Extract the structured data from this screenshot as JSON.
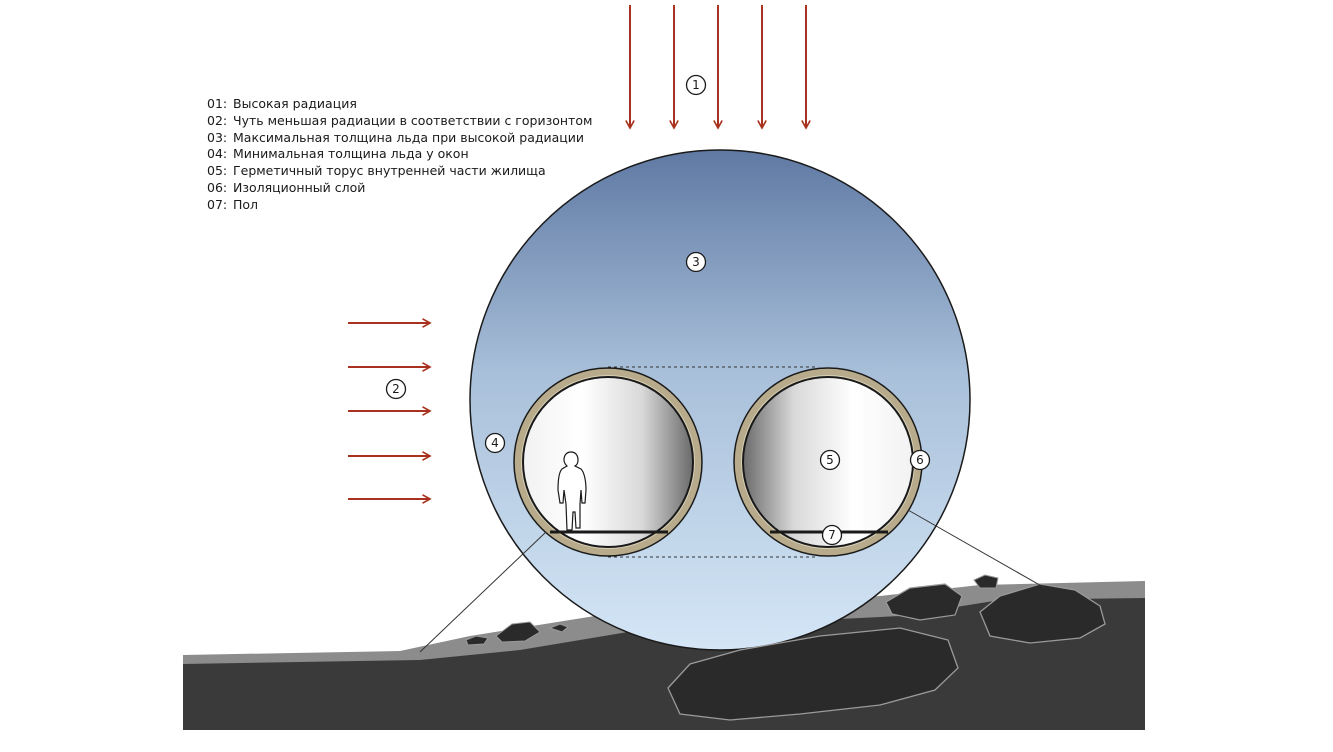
{
  "legend": [
    {
      "num": "01:",
      "text": "Высокая радиация"
    },
    {
      "num": "02:",
      "text": "Чуть меньшая радиации в соответствии с горизонтом"
    },
    {
      "num": "03:",
      "text": "Максимальная толщина льда при высокой радиации"
    },
    {
      "num": "04:",
      "text": "Минимальная толщина льда у окон"
    },
    {
      "num": "05:",
      "text": "Герметичный торус внутренней части жилища"
    },
    {
      "num": "06:",
      "text": "Изоляционный слой"
    },
    {
      "num": "07:",
      "text": "Пол"
    }
  ],
  "callouts": {
    "c1": "1",
    "c2": "2",
    "c3": "3",
    "c4": "4",
    "c5": "5",
    "c6": "6",
    "c7": "7"
  },
  "colors": {
    "arrow": "#a8321f",
    "ground_dark": "#3a3a3a",
    "ground_light": "#8c8c8c",
    "ice_top": "#5f79a3",
    "ice_bottom": "#d4e6f6",
    "insulation": "#b7ab8c"
  },
  "icons": [
    "arrow-down-icon",
    "arrow-right-icon",
    "person-icon",
    "rock-icon"
  ]
}
